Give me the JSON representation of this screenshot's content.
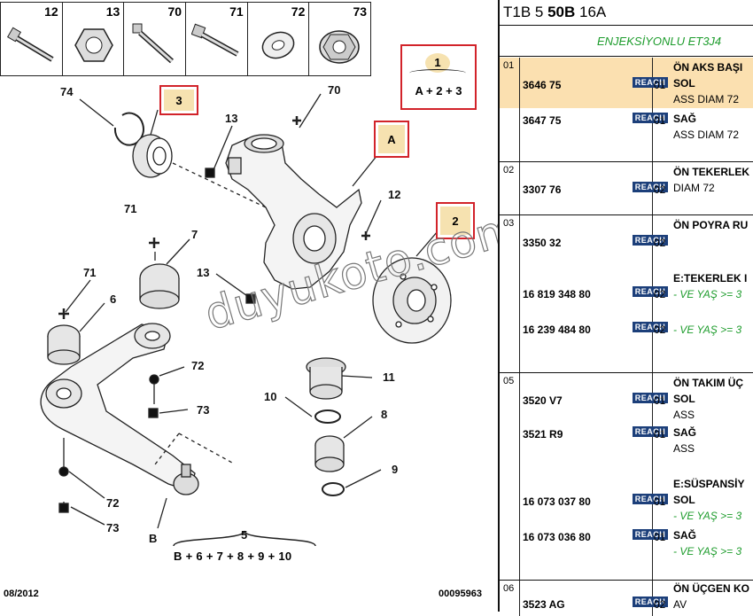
{
  "parts_strip": [
    "12",
    "13",
    "70",
    "71",
    "72",
    "73"
  ],
  "diagram": {
    "labels": {
      "74": "74",
      "3": "3",
      "70": "70",
      "13a": "13",
      "A": "A",
      "12": "12",
      "2": "2",
      "71a": "71",
      "7": "7",
      "13b": "13",
      "71b": "71",
      "6": "6",
      "72a": "72",
      "73a": "73",
      "11": "11",
      "10": "10",
      "8": "8",
      "9": "9",
      "72b": "72",
      "73b": "73",
      "B": "B",
      "5": "5"
    },
    "legend": {
      "circle": "1",
      "formula": "A + 2 + 3"
    },
    "formula5": "B + 6 + 7 + 8 + 9 + 10",
    "watermark": "duyukoto.com",
    "date": "08/2012",
    "ref": "00095963"
  },
  "catalog": {
    "header_prefix": "T1B 5 ",
    "header_bold": "50B",
    "header_suffix": " 16A",
    "engine": "ENJEKSİYONLU ET3J4",
    "brand_badge": "REACH",
    "groups": [
      {
        "no": "01",
        "rows": [
          {
            "pn": "3646 75",
            "qty": "01",
            "title": "ÖN AKS BAŞI",
            "lines": [
              "SOL",
              "ASS DIAM 72"
            ]
          },
          {
            "pn": "3647 75",
            "qty": "01",
            "title": "SAĞ",
            "lines": [
              "ASS DIAM 72"
            ]
          }
        ]
      },
      {
        "no": "02",
        "rows": [
          {
            "pn": "3307 76",
            "qty": "02",
            "title": "ÖN TEKERLEK",
            "lines": [
              "DIAM 72"
            ]
          }
        ]
      },
      {
        "no": "03",
        "rows": [
          {
            "pn": "3350 32",
            "qty": "02",
            "title": "ÖN POYRA RU",
            "lines": []
          },
          {
            "pn": "16 819 348 80",
            "qty": "02",
            "title": "E:TEKERLEK I",
            "lines": [
              "- VE YAŞ >= 3"
            ]
          },
          {
            "pn": "16 239 484 80",
            "qty": "02",
            "title": "",
            "lines": [
              "- VE YAŞ >= 3"
            ]
          }
        ]
      },
      {
        "no": "05",
        "rows": [
          {
            "pn": "3520 V7",
            "qty": "01",
            "title": "ÖN TAKIM ÜÇ",
            "lines": [
              "SOL",
              "ASS"
            ]
          },
          {
            "pn": "3521 R9",
            "qty": "01",
            "title": "SAĞ",
            "lines": [
              "ASS"
            ]
          },
          {
            "pn": "16 073 037 80",
            "qty": "01",
            "title": "E:SÜSPANSİY",
            "lines": [
              "SOL",
              "- VE YAŞ >= 3"
            ]
          },
          {
            "pn": "16 073 036 80",
            "qty": "01",
            "title": "SAĞ",
            "lines": [
              "- VE YAŞ >= 3"
            ]
          }
        ]
      },
      {
        "no": "06",
        "rows": [
          {
            "pn": "3523 AG",
            "qty": "02",
            "title": "ÖN ÜÇGEN KO",
            "lines": [
              "AV"
            ]
          }
        ]
      }
    ]
  }
}
